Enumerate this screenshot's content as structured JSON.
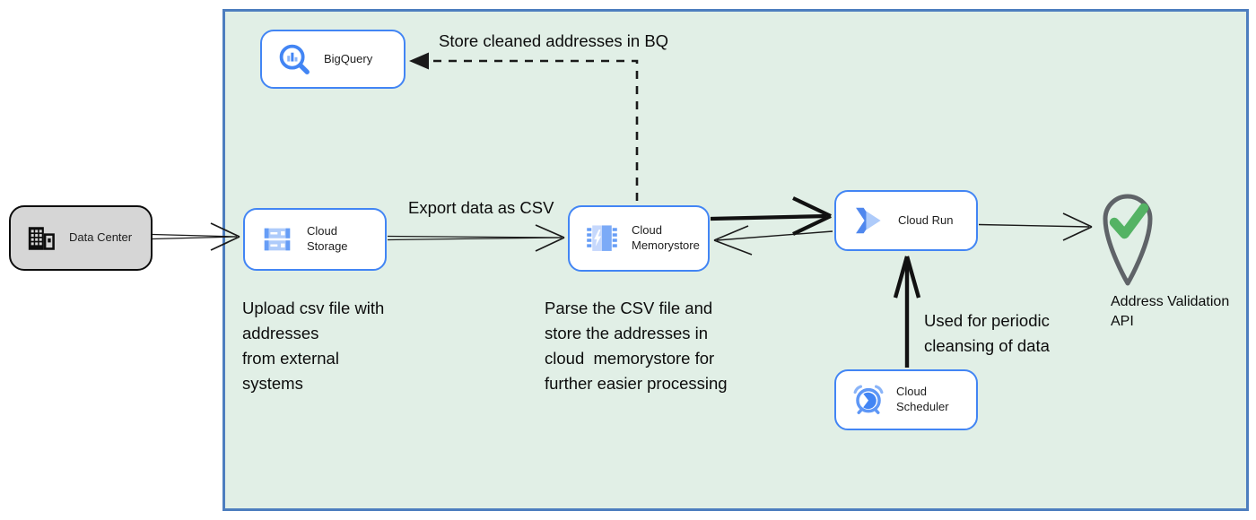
{
  "nodes": {
    "data_center": {
      "label": "Data Center",
      "icon": "building-icon"
    },
    "bigquery": {
      "label": "BigQuery",
      "icon": "bigquery-icon"
    },
    "cloud_storage": {
      "label": "Cloud Storage",
      "icon": "cloud-storage-icon"
    },
    "memorystore": {
      "label": "Cloud Memorystore",
      "icon": "memorystore-icon"
    },
    "cloud_run": {
      "label": "Cloud Run",
      "icon": "cloud-run-icon"
    },
    "scheduler": {
      "label": "Cloud Scheduler",
      "icon": "cloud-scheduler-icon"
    },
    "address_validation": {
      "label": "Address Validation\nAPI",
      "icon": "map-pin-check-icon"
    }
  },
  "annotations": {
    "store_bq": "Store cleaned addresses in BQ",
    "export_csv": "Export data as CSV",
    "upload_note": "Upload csv file with\naddresses\nfrom external\nsystems",
    "parse_note": "Parse the CSV file and\nstore the addresses in\ncloud  memorystore for\nfurther easier processing",
    "periodic_note": "Used for periodic\ncleansing of data"
  },
  "colors": {
    "boundary_fill": "#e1efe6",
    "boundary_border": "#4d7ebf",
    "node_border": "#4285f4",
    "node_fill": "#ffffff",
    "datacenter_fill": "#d6d6d6",
    "arrow": "#1a1a1a",
    "pin_outline": "#5f6368",
    "check_green": "#54b364",
    "icon_blue": "#4285f4",
    "icon_mid_blue": "#669df6",
    "icon_light_blue": "#aecbfa"
  }
}
